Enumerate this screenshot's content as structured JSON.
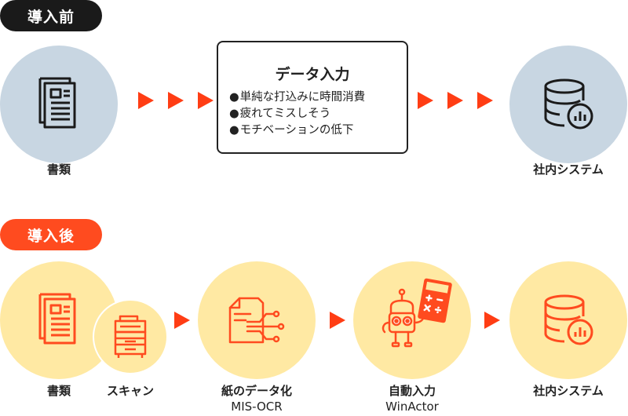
{
  "colors": {
    "before_pill": "#1a1a1a",
    "after_pill": "#ff4b1f",
    "arrow": "#ff3d14",
    "before_circle": "#c8d6e2",
    "after_circle": "#ffe9a3",
    "after_icon": "#ff4b1f",
    "before_icon": "#1a1a1a"
  },
  "before": {
    "pill": "導入前",
    "documents_label": "書類",
    "box": {
      "title": "データ入力",
      "items": [
        "単純な打込みに時間消費",
        "疲れてミスしそう",
        "モチベーションの低下"
      ]
    },
    "system_label": "社内システム"
  },
  "after": {
    "pill": "導入後",
    "documents_label": "書類",
    "scan_label": "スキャン",
    "ocr_label_1": "紙のデータ化",
    "ocr_label_2": "MIS-OCR",
    "auto_label_1": "自動入力",
    "auto_label_2": "WinActor",
    "system_label": "社内システム"
  },
  "icons": [
    "document-icon",
    "database-icon",
    "scanner-icon",
    "ocr-icon",
    "robot-calculator-icon"
  ]
}
